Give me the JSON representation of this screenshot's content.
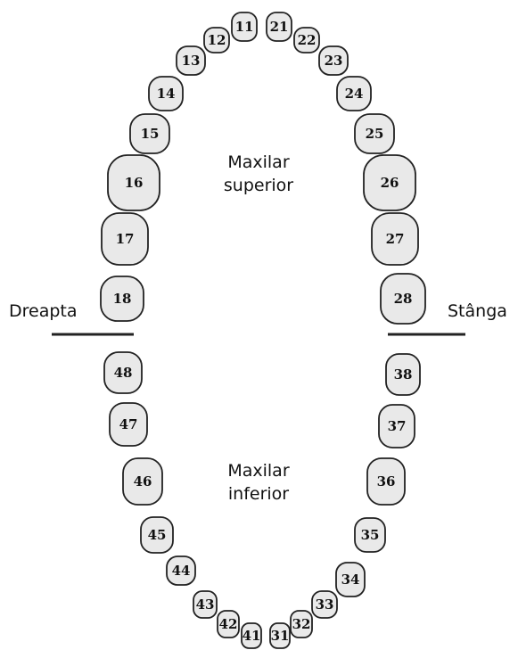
{
  "labels": {
    "right_side": "Dreapta",
    "left_side": "Stânga",
    "upper_jaw": [
      "Maxilar",
      "superior"
    ],
    "lower_jaw": [
      "Maxilar",
      "inferior"
    ]
  },
  "teeth": {
    "upper": [
      "18",
      "17",
      "16",
      "15",
      "14",
      "13",
      "12",
      "11",
      "21",
      "22",
      "23",
      "24",
      "25",
      "26",
      "27",
      "28"
    ],
    "lower": [
      "48",
      "47",
      "46",
      "45",
      "44",
      "43",
      "42",
      "41",
      "31",
      "32",
      "33",
      "34",
      "35",
      "36",
      "37",
      "38"
    ]
  },
  "colors": {
    "tooth_fill": "#e9e9e9",
    "outline": "#222222",
    "text": "#111111",
    "divider": "#222222"
  }
}
